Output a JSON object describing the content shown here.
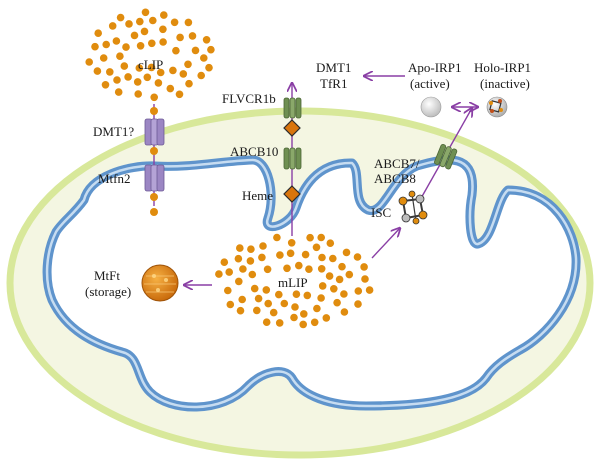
{
  "labels": {
    "clip": "cLIP",
    "dmt1_mem": "DMT1?",
    "mtfn2": "Mtfn2",
    "flvcr1b": "FLVCR1b",
    "abcb10": "ABCB10",
    "heme": "Heme",
    "dmt1_top": "DMT1",
    "tfr1": "TfR1",
    "apo_irp1": "Apo-IRP1",
    "apo_state": "(active)",
    "holo_irp1": "Holo-IRP1",
    "holo_state": "(inactive)",
    "abcb7": "ABCB7/",
    "abcb8": "ABCB8",
    "isc": "ISC",
    "mlip": "mLIP",
    "mtft": "MtFt",
    "mtft_state": "(storage)"
  },
  "colors": {
    "outer_membrane": "#d8e89a",
    "outer_fill": "#f4f6e2",
    "inner_membrane": "#5f94cc",
    "matrix_fill": "#ffffff",
    "iron_dot": "#e08c0e",
    "arrow": "#8a3fa5",
    "dmt1_transporter": "#9b86c3",
    "abc_transporter": "#6f8f52",
    "heme_diamond": "#d9750c"
  },
  "icons": [
    "iron-particle",
    "transporter-channel",
    "heme-diamond",
    "iron-sulfur-cluster",
    "ferritin-sphere",
    "irp1-sphere"
  ]
}
